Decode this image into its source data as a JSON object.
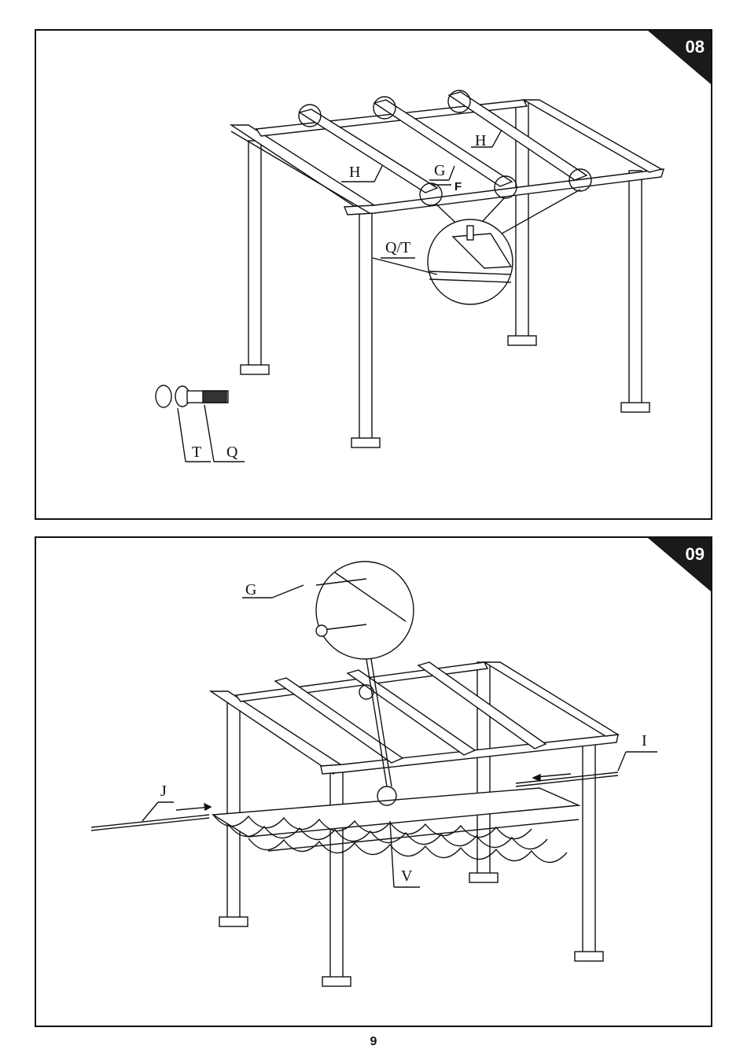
{
  "steps": [
    {
      "number": "08",
      "labels": {
        "h1": "H",
        "h2": "H",
        "g": "G",
        "f": "F",
        "qt": "Q/T",
        "t": "T",
        "q": "Q"
      }
    },
    {
      "number": "09",
      "labels": {
        "g": "G",
        "i": "I",
        "j": "J",
        "v": "V"
      }
    }
  ],
  "page_number": "9",
  "colors": {
    "ink": "#111111",
    "badge": "#1a1a1a"
  }
}
